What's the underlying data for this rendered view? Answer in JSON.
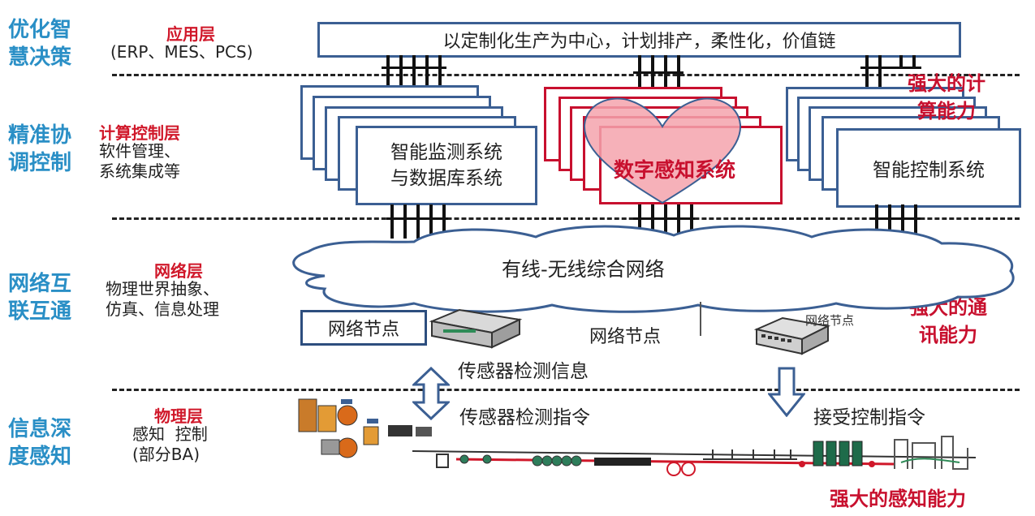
{
  "levels": [
    {
      "line1": "优化智",
      "line2": "慧决策"
    },
    {
      "line1": "精准协",
      "line2": "调控制"
    },
    {
      "line1": "网络互",
      "line2": "联互通"
    },
    {
      "line1": "信息深",
      "line2": "度感知"
    }
  ],
  "layers": {
    "application": {
      "title": "应用层",
      "sub": "(ERP、MES、PCS)"
    },
    "computing": {
      "title": "计算控制层",
      "sub1": "软件管理、",
      "sub2": "系统集成等"
    },
    "network": {
      "title": "网络层",
      "sub1": "物理世界抽象、",
      "sub2": "仿真、信息处理"
    },
    "physical": {
      "title": "物理层",
      "sub1": "感知  控制",
      "sub2": "(部分BA)"
    }
  },
  "top_box": "以定制化生产为中心，计划排产，柔性化，价值链",
  "systems": {
    "monitor_line1": "智能监测系统",
    "monitor_line2": "与数据库系统",
    "digital": "数字感知系统",
    "control": "智能控制系统"
  },
  "network": {
    "cloud": "有线-无线综合网络",
    "node_left": "网络节点",
    "node_center": "网络节点",
    "node_right": "网络节点"
  },
  "signals": {
    "sensor_info": "传感器检测信息",
    "sensor_cmd": "传感器检测指令",
    "receive_cmd": "接受控制指令"
  },
  "capabilities": {
    "compute_l1": "强大的计",
    "compute_l2": "算能力",
    "comm_l1": "强大的通",
    "comm_l2": "讯能力",
    "sense": "强大的感知能力"
  },
  "colors": {
    "level": "#2a8fc6",
    "accent_red": "#c8102e",
    "box_blue": "#3b5f93",
    "heart": "#f4a3ad"
  },
  "icons": [
    "heart-icon",
    "network-switch-icon",
    "double-arrow-icon",
    "down-arrow-icon",
    "production-line-icon"
  ]
}
